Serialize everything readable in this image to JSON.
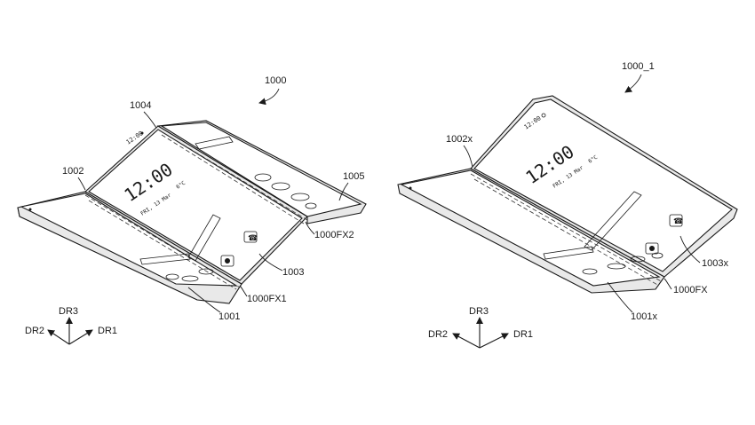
{
  "figure_left": {
    "ref_number": "1000",
    "labels": {
      "l1004": "1004",
      "l1002": "1002",
      "l1005": "1005",
      "l1000FX2": "1000FX2",
      "l1003": "1003",
      "l1000FX1": "1000FX1",
      "l1001": "1001"
    },
    "screen": {
      "status_time": "12:00",
      "clock": "12:00",
      "date": "FRI, 13 Mar",
      "temp": "6°C"
    },
    "axes": {
      "dr3": "DR3",
      "dr2": "DR2",
      "dr1": "DR1"
    }
  },
  "figure_right": {
    "ref_number": "1000_1",
    "labels": {
      "l1002x": "1002x",
      "l1003x": "1003x",
      "l1000FX": "1000FX",
      "l1001x": "1001x"
    },
    "screen": {
      "status_time": "12:00",
      "clock": "12:00",
      "date": "FRI, 13 Mar",
      "temp": "6°C"
    },
    "axes": {
      "dr3": "DR3",
      "dr2": "DR2",
      "dr1": "DR1"
    }
  }
}
